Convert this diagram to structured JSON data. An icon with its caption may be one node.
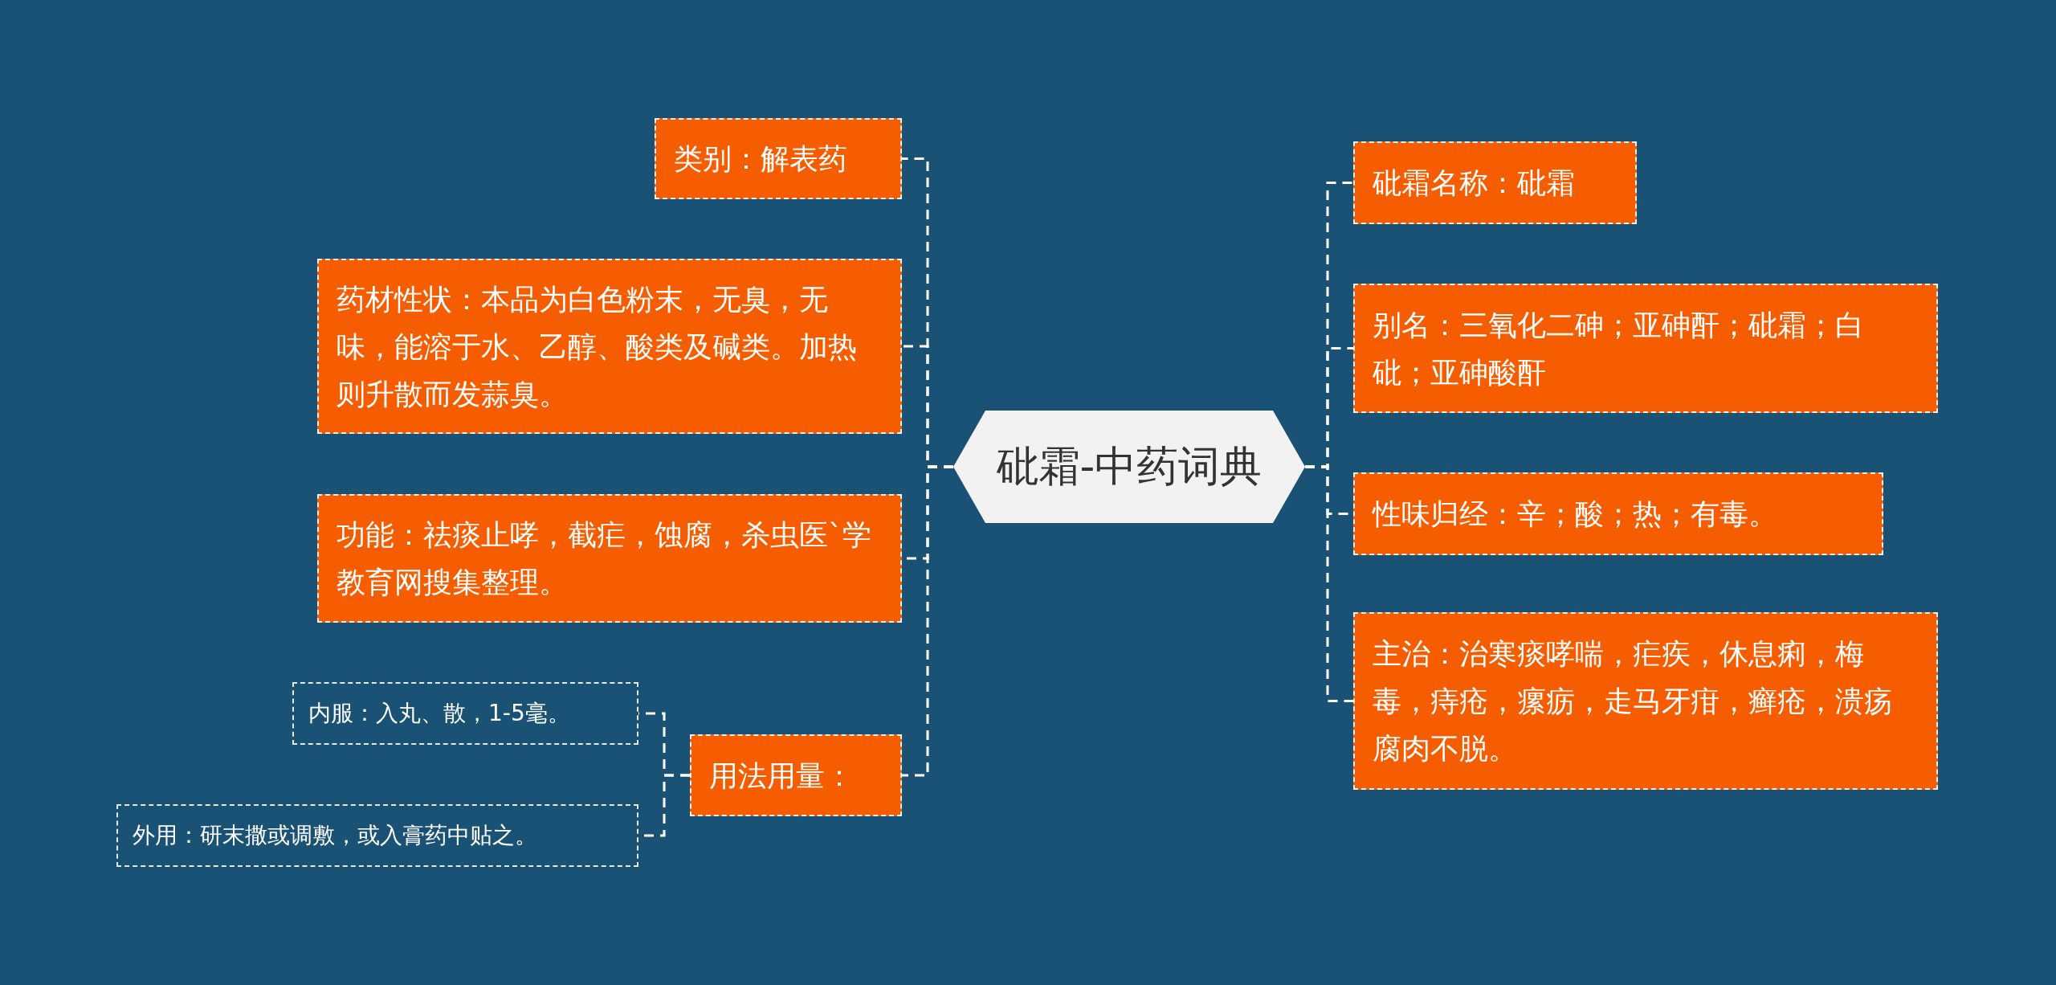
{
  "diagram": {
    "nodes": [
      {
        "text": [
          "砒霜-中药词典"
        ]
      },
      {
        "text": [
          "类别：解表药"
        ]
      },
      {
        "text": [
          "药材性状：本品为白色粉末，无臭，无味，能溶于水、乙醇、酸类及碱类。加热则升散而发蒜臭。"
        ]
      },
      {
        "text": [
          "功能：祛痰止哮，截疟，蚀腐，杀虫医`学教育网搜集整理。"
        ]
      },
      {
        "text": [
          "用法用量："
        ]
      },
      {
        "text": [
          "内服：入丸、散，1-5毫。"
        ]
      },
      {
        "text": [
          "外用：研末撒或调敷，或入膏药中贴之。"
        ]
      },
      {
        "text": [
          "砒霜名称：砒霜"
        ]
      },
      {
        "text": [
          "别名：三氧化二砷；亚砷酐；砒霜；白砒；亚砷酸酐"
        ]
      },
      {
        "text": [
          "性味归经：辛；酸；热；有毒。"
        ]
      },
      {
        "text": [
          "主治：治寒痰哮喘，疟疾，休息痢，梅毒，痔疮，瘰疬，走马牙疳，癣疮，溃疡腐肉不脱。"
        ]
      }
    ],
    "edges": [
      {
        "from": 0,
        "to": 1,
        "arrow": "none",
        "style": "dashed"
      },
      {
        "from": 0,
        "to": 2,
        "arrow": "none",
        "style": "dashed"
      },
      {
        "from": 0,
        "to": 3,
        "arrow": "none",
        "style": "dashed"
      },
      {
        "from": 0,
        "to": 4,
        "arrow": "none",
        "style": "dashed"
      },
      {
        "from": 4,
        "to": 5,
        "arrow": "none",
        "style": "dashed"
      },
      {
        "from": 4,
        "to": 6,
        "arrow": "none",
        "style": "dashed"
      },
      {
        "from": 0,
        "to": 7,
        "arrow": "none",
        "style": "dashed"
      },
      {
        "from": 0,
        "to": 8,
        "arrow": "none",
        "style": "dashed"
      },
      {
        "from": 0,
        "to": 9,
        "arrow": "none",
        "style": "dashed"
      },
      {
        "from": 0,
        "to": 10,
        "arrow": "none",
        "style": "dashed"
      }
    ]
  }
}
